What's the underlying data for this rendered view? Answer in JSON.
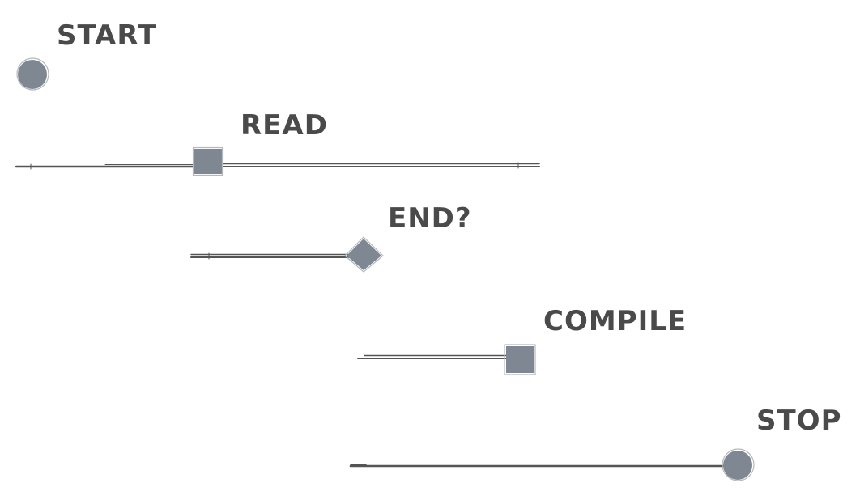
{
  "diagram": {
    "colors": {
      "node_fill": "#7f8892",
      "line": "#555555",
      "text": "#4a4a4a",
      "background": "#ffffff"
    },
    "nodes": [
      {
        "id": "start",
        "label": "START",
        "shape": "circle"
      },
      {
        "id": "read",
        "label": "READ",
        "shape": "square"
      },
      {
        "id": "end",
        "label": "END?",
        "shape": "diamond"
      },
      {
        "id": "compile",
        "label": "COMPILE",
        "shape": "square"
      },
      {
        "id": "stop",
        "label": "STOP",
        "shape": "circle"
      }
    ]
  }
}
